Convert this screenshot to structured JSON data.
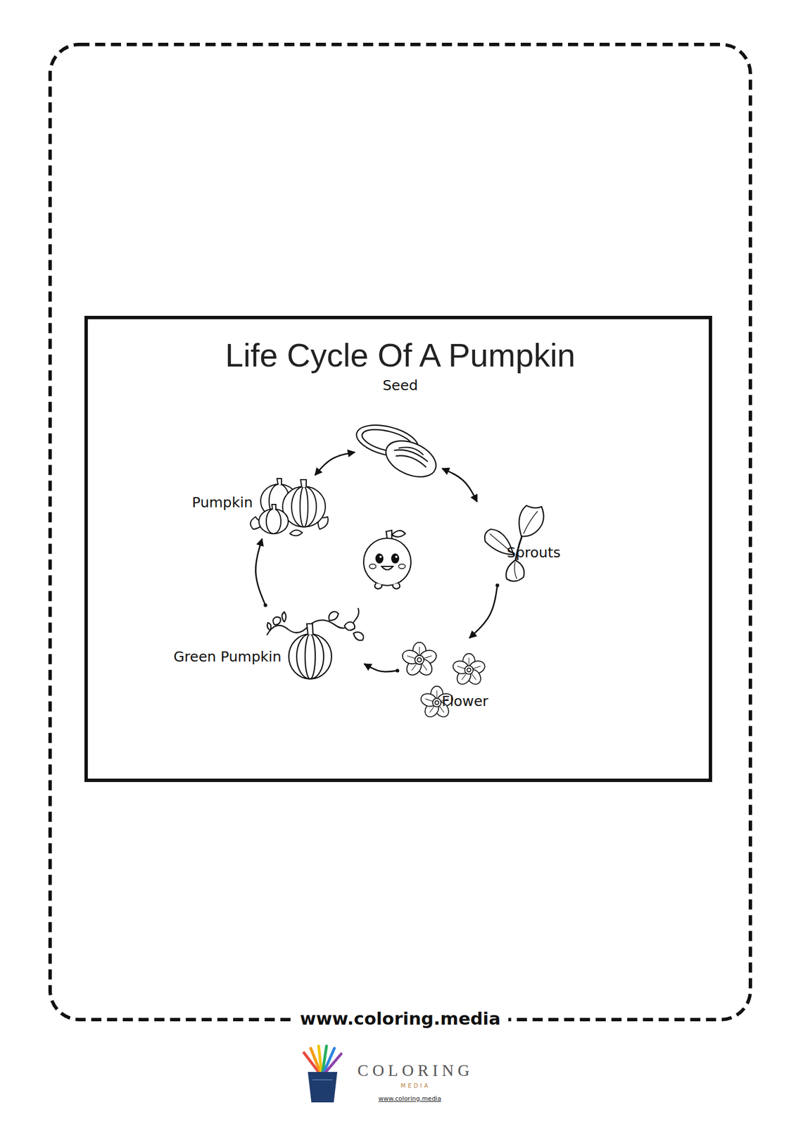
{
  "diagram": {
    "title": "Life Cycle Of A Pumpkin",
    "nodes": [
      {
        "text": [
          "Seed"
        ]
      },
      {
        "text": [
          "Sprouts"
        ]
      },
      {
        "text": [
          "Flower"
        ]
      },
      {
        "text": [
          "Green Pumpkin"
        ]
      },
      {
        "text": [
          "Pumpkin"
        ]
      }
    ],
    "edges": [
      {
        "from": 0,
        "to": 1,
        "arrow": "both"
      },
      {
        "from": 1,
        "to": 2,
        "arrow": "to"
      },
      {
        "from": 2,
        "to": 3,
        "arrow": "to"
      },
      {
        "from": 3,
        "to": 4,
        "arrow": "to"
      },
      {
        "from": 4,
        "to": 0,
        "arrow": "both"
      }
    ],
    "labels": [
      "www.coloring.media",
      "COLORING",
      "MEDIA",
      "www.coloring.media"
    ]
  }
}
